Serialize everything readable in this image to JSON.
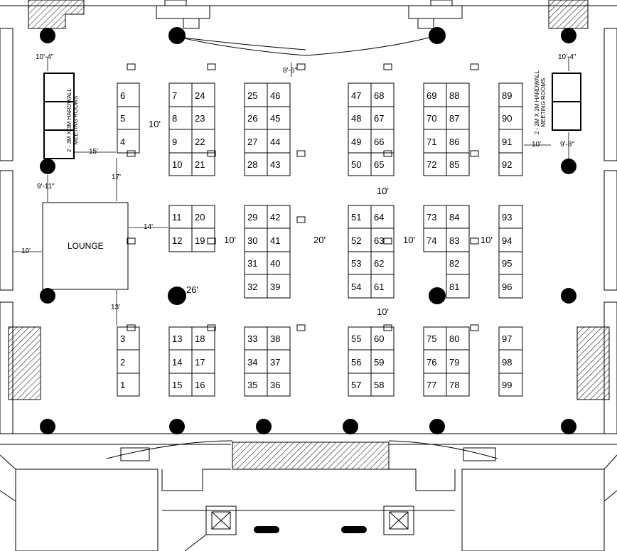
{
  "lounge_label": "LOUNGE",
  "meeting_rooms_label_line1": "2 - 3M X 3M HARDWALL",
  "meeting_rooms_label_line2": "MEETING ROOMS",
  "booths": [
    "1",
    "2",
    "3",
    "4",
    "5",
    "6",
    "7",
    "8",
    "9",
    "10",
    "11",
    "12",
    "13",
    "14",
    "15",
    "16",
    "17",
    "18",
    "19",
    "20",
    "21",
    "22",
    "23",
    "24",
    "25",
    "26",
    "27",
    "28",
    "29",
    "30",
    "31",
    "32",
    "33",
    "34",
    "35",
    "36",
    "37",
    "38",
    "39",
    "40",
    "41",
    "42",
    "43",
    "44",
    "45",
    "46",
    "47",
    "48",
    "49",
    "50",
    "51",
    "52",
    "53",
    "54",
    "55",
    "56",
    "57",
    "58",
    "59",
    "60",
    "61",
    "62",
    "63",
    "64",
    "65",
    "66",
    "67",
    "68",
    "69",
    "70",
    "71",
    "72",
    "73",
    "74",
    "75",
    "76",
    "77",
    "78",
    "79",
    "80",
    "81",
    "82",
    "83",
    "84",
    "85",
    "86",
    "87",
    "88",
    "89",
    "90",
    "91",
    "92",
    "93",
    "94",
    "95",
    "96",
    "97",
    "98",
    "99"
  ],
  "dimensions": {
    "d_10_4_left": "10'-4\"",
    "d_10_4_right": "10'-4\"",
    "d_8_6": "8'-6\"",
    "d_15": "15'",
    "d_17": "17'",
    "d_9_11": "9'-11\"",
    "d_10_lounge_left": "10'",
    "d_14": "14'",
    "d_13": "13'",
    "d_26": "26'",
    "d_10_aisle_a": "10'",
    "d_10_aisle_b": "10'",
    "d_20": "20'",
    "d_10_aisle_c": "10'",
    "d_10_aisle_d": "10'",
    "d_10_mid_top": "10'",
    "d_10_mid_bottom": "10'",
    "d_10_right_mr": "10'",
    "d_9_8": "9'-8\""
  }
}
